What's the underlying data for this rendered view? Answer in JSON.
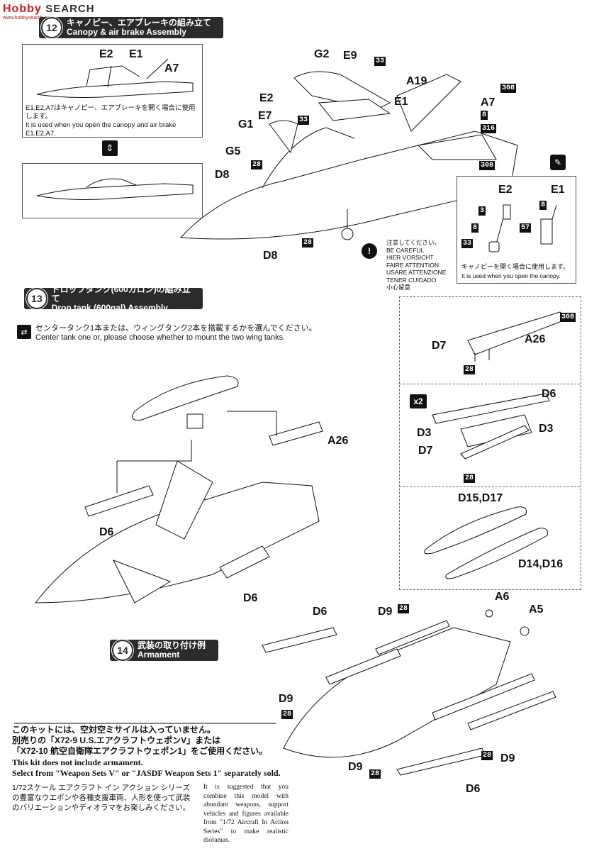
{
  "logo": {
    "brand": "Hobby",
    "search": "SEARCH",
    "site": "www.hobbysearch.com"
  },
  "step12": {
    "number": "12",
    "title_jp": "キャノピー、エアブレーキの組み立て",
    "title_en": "Canopy & air brake Assembly",
    "note_jp": "E1,E2,A7はキャノピー、エアブレーキを開く場合に使用します。",
    "note_en": "It is used when you open the canopy and air brake E1,E2,A7.",
    "caution": [
      "注意してください。",
      "BE CAREFUL",
      "HIER VORSICHT",
      "FAIRE ATTENTION",
      "USARE ATTENZIONE",
      "TENER CUIDADO",
      "小心留意"
    ],
    "detail_note_jp": "キャノピーを開く場合に使用します。",
    "detail_note_en": "It is used when you open the canopy.",
    "labels": [
      "E2",
      "E1",
      "A7",
      "G2",
      "E9",
      "A19",
      "E2",
      "E1",
      "A7",
      "G1",
      "E7",
      "G5",
      "D8",
      "D8",
      "E2",
      "E1"
    ],
    "parts": [
      "33",
      "308",
      "8",
      "316",
      "308",
      "33",
      "28",
      "28",
      "3",
      "8",
      "8",
      "57",
      "33"
    ]
  },
  "step13": {
    "number": "13",
    "title_jp": "ドロップタンク(600ガロン)の組み立て",
    "title_en": "Drop tank (600gal) Assembly",
    "choice_jp": "センタータンク1本または、ウィングタンク2本を搭載するかを選んでください。",
    "choice_en": "Center tank one or, please choose whether to mount the two wing tanks.",
    "x2": "x2",
    "labels": [
      "A26",
      "D6",
      "D6",
      "A26",
      "D7",
      "D6",
      "D3",
      "D3",
      "D7",
      "D15,D17",
      "D14,D16"
    ],
    "parts": [
      "308",
      "28",
      "28"
    ]
  },
  "step14": {
    "number": "14",
    "title_jp": "武装の取り付け例",
    "title_en": "Armament",
    "note_jp": [
      "このキットには、空対空ミサイルは入っていません。",
      "別売りの「X72-9 U.S.エアクラフトウェポンV」または",
      "「X72-10 航空自衛隊エアクラフトウェポン1」をご使用ください。"
    ],
    "note_en": [
      "This kit does not include armament.",
      "Select from \"Weapon Sets V\" or \"JASDF Weapon Sets 1\" separately sold."
    ],
    "sub_jp": "1/72スケール エアクラフト イン アクション シリーズの豊富なウエポンや各種支援車両、人形を使って武装のバリエーションやディオラマをお楽しみください。",
    "sub_en": "It is suggested that you combine this model with abundant weapons, support vehicles and figures available from \"1/72 Aircraft In Action Series\" to make realistic dioramas.",
    "labels": [
      "D6",
      "D9",
      "A6",
      "A5",
      "D9",
      "D9",
      "D9",
      "D6"
    ],
    "parts": [
      "28",
      "28",
      "28",
      "28"
    ]
  }
}
